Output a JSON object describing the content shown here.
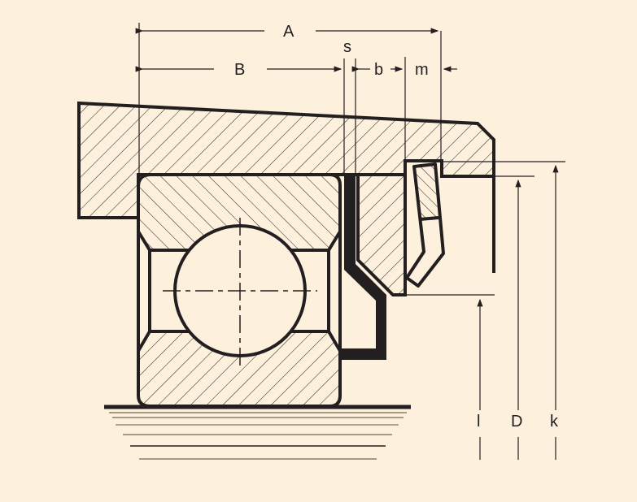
{
  "diagram": {
    "title": "Deep groove ball bearing with seal arrangement – dimension drawing",
    "background_color": "#fdf0dc",
    "line_color": "#231f20",
    "dimensions": {
      "horizontal": [
        {
          "label": "A",
          "description": "overall width from bearing face to outer edge"
        },
        {
          "label": "B",
          "description": "bearing width"
        },
        {
          "label": "s",
          "description": "shield/washer thickness"
        },
        {
          "label": "b",
          "description": "ring width"
        },
        {
          "label": "m",
          "description": "seal lip width"
        }
      ],
      "vertical": [
        {
          "label": "l"
        },
        {
          "label": "D"
        },
        {
          "label": "k"
        }
      ]
    },
    "parts": [
      {
        "name": "housing",
        "hatch": "forward"
      },
      {
        "name": "outer-ring",
        "hatch": "back"
      },
      {
        "name": "inner-ring",
        "hatch": "forward"
      },
      {
        "name": "ball"
      },
      {
        "name": "shield-washer"
      },
      {
        "name": "seal-carrier-ring",
        "hatch": "forward"
      },
      {
        "name": "lip-seal"
      },
      {
        "name": "shaft"
      }
    ]
  }
}
